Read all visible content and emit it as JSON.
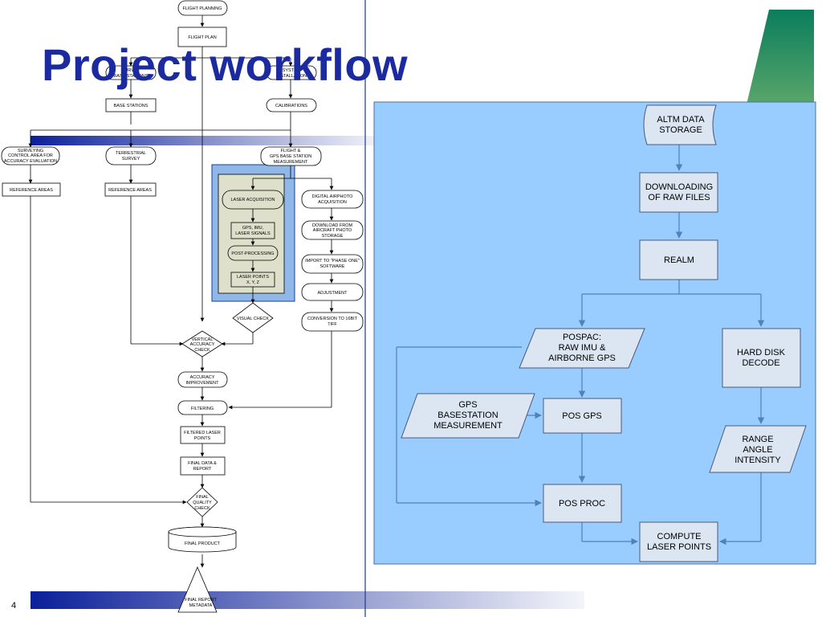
{
  "slide": {
    "title": "Project workflow",
    "page_number": "4",
    "colors": {
      "title": "#1c2aa0",
      "panel_fill": "#99ccff",
      "panel_border": "#4a6fa5",
      "node_fill": "#dce6f2",
      "arrow": "#4f81bd",
      "accent_green": "#0a7d5c",
      "laser_box_fill": "#dfe0cb",
      "laser_box_frame": "#8fb8e8"
    }
  },
  "left_flow": {
    "flight_planning": "FLIGHT PLANNING",
    "flight_plan": "FLIGHT PLAN",
    "survey_base_stations": [
      "SURVEY",
      "BASE STATIONS"
    ],
    "system_installation": [
      "SYSTEM",
      "INSTALLATION"
    ],
    "base_stations": "BASE STATIONS",
    "calibrations": "CALIBRATIONS",
    "surveying_control": [
      "SURVEYING",
      "CONTROL AREA  FOR",
      "ACCURACY EVALUATION"
    ],
    "terrestrial_survey": [
      "TERRESTRIAL",
      "SURVEY"
    ],
    "flight_gps": [
      "FLIGHT &",
      "GPS BASE STATION",
      "MEASUREMENT"
    ],
    "reference_areas_1": "REFERENCE AREAS",
    "reference_areas_2": "REFERENCE AREAS",
    "laser_acquisition": "LASER  ACQUISITION",
    "gps_imu": [
      "GPS, IMU,",
      "LASER SIGNALS"
    ],
    "post_processing": "POST-PROCESSING",
    "laser_points": [
      "LASER  POINTS",
      "X, Y, Z"
    ],
    "digital_airphoto": [
      "DIGITAL AIRPHOTO",
      "ACQUISITION"
    ],
    "download_photo": [
      "DOWNLOAD FROM",
      "AIRCRAFT PHOTO",
      "STORAGE"
    ],
    "import_phase_one": [
      "IMPORT TO \"PHASE ONE\"",
      "SOFTWARE"
    ],
    "adjustment": "ADJUSTMENT",
    "conversion": [
      "CONVERSION TO 16BIT",
      "TIFF"
    ],
    "visual_check": "VISUAL CHECK",
    "vertical_accuracy": [
      "VERTICAL",
      "ACCURACY",
      "CHECK"
    ],
    "accuracy_improvement": [
      "ACCURACY",
      "IMPROVEMENT"
    ],
    "filtering": "FILTERING",
    "filtered_laser_points": [
      "FILTERED LASER",
      "POINTS"
    ],
    "final_data_report": [
      "FINAL DATA &",
      "REPORT"
    ],
    "final_quality_check": [
      "FINAL",
      "QUALITY",
      "CHECK"
    ],
    "final_product": "FINAL PRODUCT",
    "final_report_metadata": [
      "FINAL REPORT",
      "METADATA"
    ]
  },
  "right_flow": {
    "altm_storage": [
      "ALTM  DATA",
      "STORAGE"
    ],
    "downloading": [
      "DOWNLOADING",
      "OF RAW FILES"
    ],
    "realm": "REALM",
    "pospac": [
      "POSPAC:",
      "RAW IMU &",
      "AIRBORNE GPS"
    ],
    "hard_disk": [
      "HARD DISK",
      "DECODE"
    ],
    "gps_basestation": [
      "GPS",
      "BASESTATION",
      "MEASUREMENT"
    ],
    "pos_gps": "POS GPS",
    "range_angle": [
      "RANGE",
      "ANGLE",
      "INTENSITY"
    ],
    "pos_proc": "POS PROC",
    "compute_laser": [
      "COMPUTE",
      "LASER POINTS"
    ]
  }
}
